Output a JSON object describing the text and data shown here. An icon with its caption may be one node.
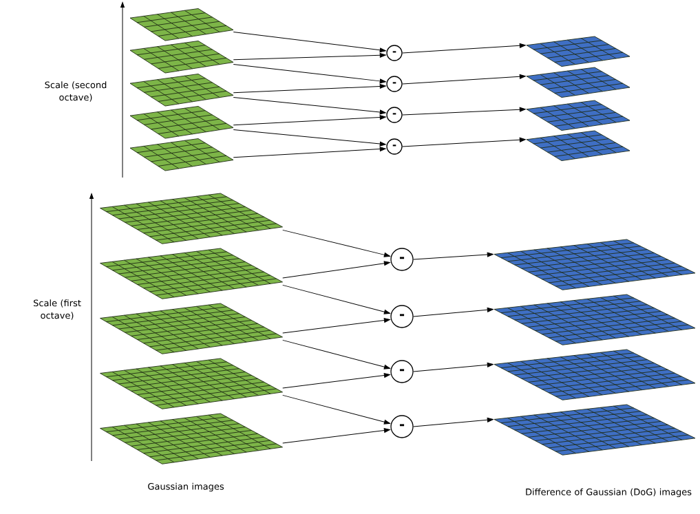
{
  "diagram": {
    "nodes": [
      {
        "text": [],
        "shape": "grid"
      },
      {
        "text": [],
        "shape": "grid"
      },
      {
        "text": [],
        "shape": "grid"
      },
      {
        "text": [],
        "shape": "grid"
      },
      {
        "text": [],
        "shape": "grid"
      },
      {
        "text": [
          "-"
        ]
      },
      {
        "text": [
          "-"
        ]
      },
      {
        "text": [
          "-"
        ]
      },
      {
        "text": [
          "-"
        ]
      },
      {
        "text": [],
        "shape": "grid"
      },
      {
        "text": [],
        "shape": "grid"
      },
      {
        "text": [],
        "shape": "grid"
      },
      {
        "text": [],
        "shape": "grid"
      },
      {
        "text": [],
        "shape": "grid"
      },
      {
        "text": [],
        "shape": "grid"
      },
      {
        "text": [],
        "shape": "grid"
      },
      {
        "text": [],
        "shape": "grid"
      },
      {
        "text": [],
        "shape": "grid"
      },
      {
        "text": [
          "-"
        ]
      },
      {
        "text": [
          "-"
        ]
      },
      {
        "text": [
          "-"
        ]
      },
      {
        "text": [
          "-"
        ]
      },
      {
        "text": [],
        "shape": "grid"
      },
      {
        "text": [],
        "shape": "grid"
      },
      {
        "text": [],
        "shape": "grid"
      },
      {
        "text": [],
        "shape": "grid"
      }
    ],
    "edges": [
      {
        "from": 0,
        "to": 5,
        "arrow": "to"
      },
      {
        "from": 1,
        "to": 5,
        "arrow": "to"
      },
      {
        "from": 1,
        "to": 6,
        "arrow": "to"
      },
      {
        "from": 2,
        "to": 6,
        "arrow": "to"
      },
      {
        "from": 2,
        "to": 7,
        "arrow": "to"
      },
      {
        "from": 3,
        "to": 7,
        "arrow": "to"
      },
      {
        "from": 3,
        "to": 8,
        "arrow": "to"
      },
      {
        "from": 4,
        "to": 8,
        "arrow": "to"
      },
      {
        "from": 5,
        "to": 9,
        "arrow": "to"
      },
      {
        "from": 6,
        "to": 10,
        "arrow": "to"
      },
      {
        "from": 7,
        "to": 11,
        "arrow": "to"
      },
      {
        "from": 8,
        "to": 12,
        "arrow": "to"
      },
      {
        "from": 13,
        "to": 18,
        "arrow": "to"
      },
      {
        "from": 14,
        "to": 18,
        "arrow": "to"
      },
      {
        "from": 14,
        "to": 19,
        "arrow": "to"
      },
      {
        "from": 15,
        "to": 19,
        "arrow": "to"
      },
      {
        "from": 15,
        "to": 20,
        "arrow": "to"
      },
      {
        "from": 16,
        "to": 20,
        "arrow": "to"
      },
      {
        "from": 16,
        "to": 21,
        "arrow": "to"
      },
      {
        "from": 17,
        "to": 21,
        "arrow": "to"
      },
      {
        "from": 18,
        "to": 22,
        "arrow": "to"
      },
      {
        "from": 19,
        "to": 23,
        "arrow": "to"
      },
      {
        "from": 20,
        "to": 24,
        "arrow": "to"
      },
      {
        "from": 21,
        "to": 25,
        "arrow": "to"
      }
    ],
    "labels": [
      "Scale (second octave)",
      "Scale (first octave)",
      "Gaussian images",
      "Difference of Gaussian (DoG) images"
    ]
  }
}
